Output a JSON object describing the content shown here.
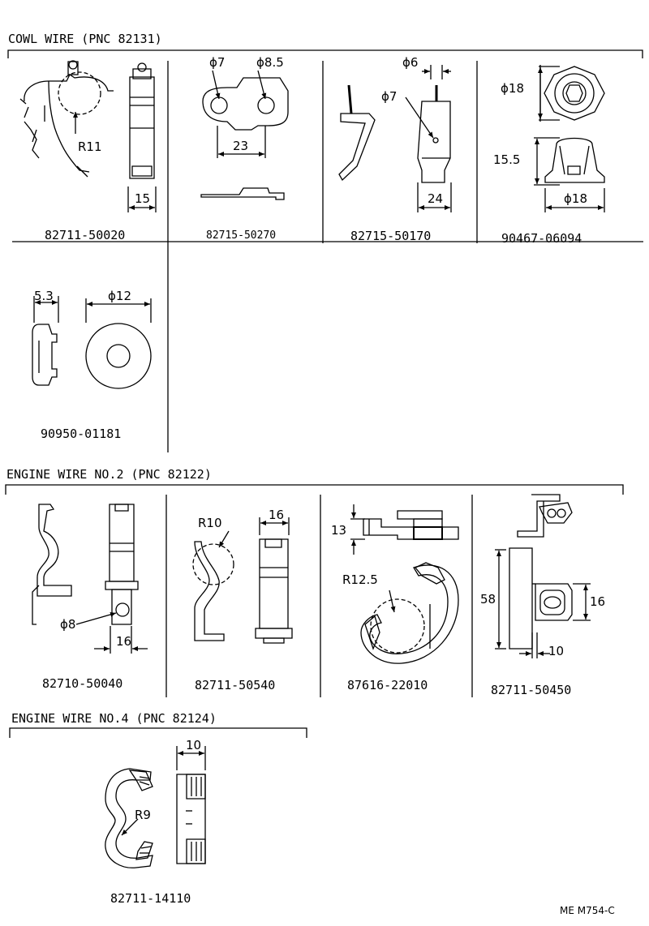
{
  "sections": [
    {
      "id": "cowl",
      "title": "COWL WIRE  (PNC 82131)",
      "parts": [
        {
          "part_no": "82711-50020",
          "dims": [
            "R11",
            "15"
          ]
        },
        {
          "part_no": "82715-50270",
          "dims": [
            "ϕ7",
            "ϕ8.5",
            "23"
          ]
        },
        {
          "part_no": "82715-50170",
          "dims": [
            "ϕ6",
            "ϕ7",
            "24"
          ]
        },
        {
          "part_no": "90467-06094",
          "dims": [
            "ϕ18",
            "15.5",
            "ϕ18"
          ]
        },
        {
          "part_no": "90950-01181",
          "dims": [
            "5.3",
            "ϕ12"
          ]
        }
      ]
    },
    {
      "id": "engine2",
      "title": "ENGINE WIRE NO.2  (PNC 82122)",
      "parts": [
        {
          "part_no": "82710-50040",
          "dims": [
            "ϕ8",
            "16"
          ]
        },
        {
          "part_no": "82711-50540",
          "dims": [
            "R10",
            "16"
          ]
        },
        {
          "part_no": "87616-22010",
          "dims": [
            "13",
            "R12.5"
          ]
        },
        {
          "part_no": "82711-50450",
          "dims": [
            "58",
            "16",
            "10"
          ]
        }
      ]
    },
    {
      "id": "engine4",
      "title": "ENGINE WIRE NO.4  (PNC 82124)",
      "parts": [
        {
          "part_no": "82711-14110",
          "dims": [
            "10",
            "R9"
          ]
        }
      ]
    }
  ],
  "reference": "ME  M754-C"
}
